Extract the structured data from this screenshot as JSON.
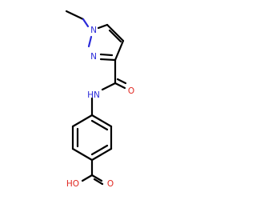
{
  "molecule": {
    "atom_labels": {
      "pyrazole_n1": "N",
      "pyrazole_n2": "N",
      "amide_n": "HN",
      "amide_o": "O",
      "acid_oh": "HO",
      "acid_o": "O"
    },
    "colors": {
      "bond": "#000000",
      "nitrogen": "#2b2bd9",
      "oxygen": "#e0261f",
      "background": "#ffffff"
    }
  }
}
